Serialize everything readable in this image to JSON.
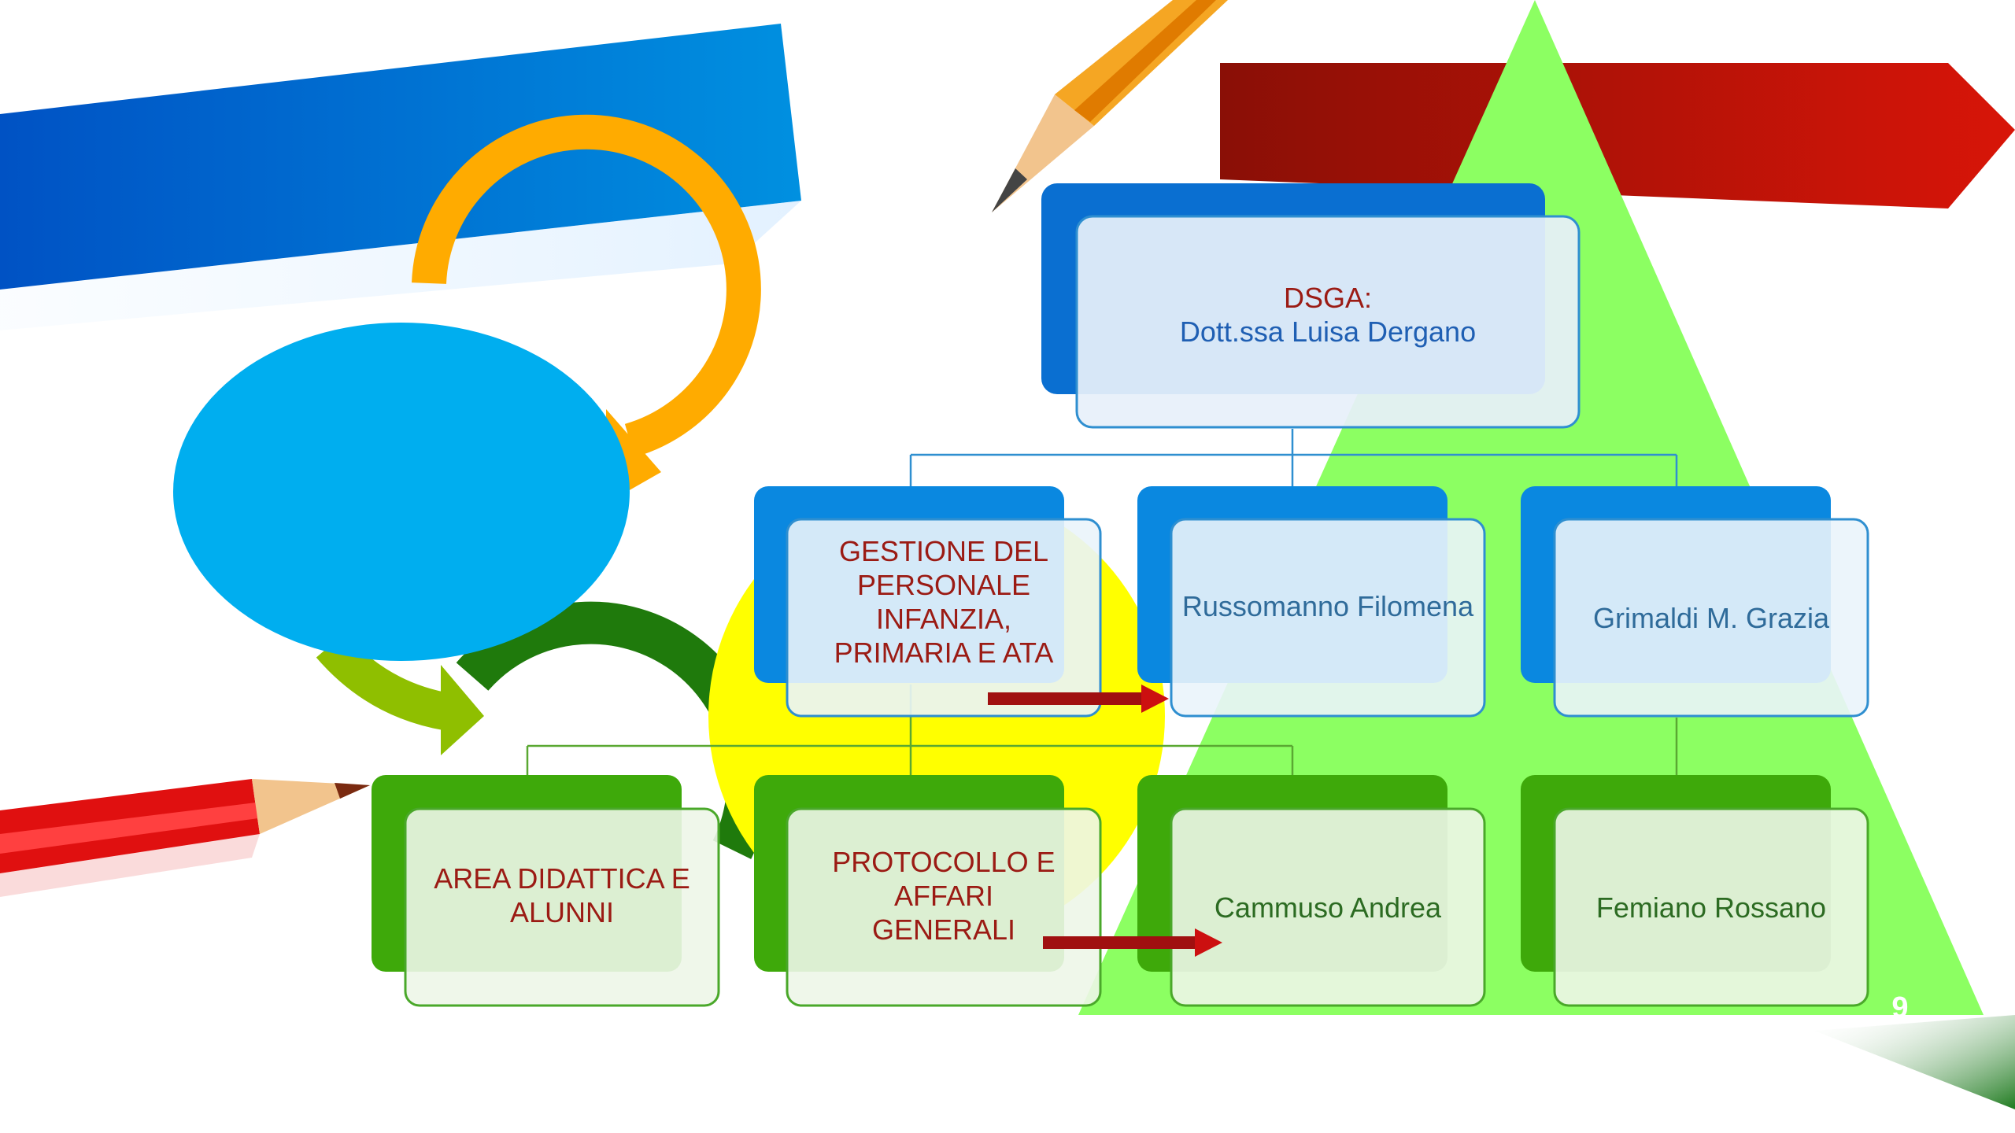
{
  "org_chart": {
    "dsga": {
      "title": "DSGA:",
      "name": "Dott.ssa Luisa Dergano"
    },
    "level2": [
      {
        "label": "GESTIONE DEL\nPERSONALE INFANZIA,\nPRIMARIA E ATA"
      },
      {
        "label": "Russomanno Filomena"
      },
      {
        "label": "Grimaldi M. Grazia"
      }
    ],
    "level3": [
      {
        "label": "AREA DIDATTICA E\nALUNNI"
      },
      {
        "label": "PROTOCOLLO E AFFARI\nGENERALI"
      },
      {
        "label": "Cammuso Andrea"
      },
      {
        "label": "Femiano Rossano"
      }
    ]
  },
  "slide_number": "9",
  "colors": {
    "blue_box": "#0a6fd1",
    "green_box": "#3ea90a",
    "triangle": "#8cff62",
    "red_banner": "#b80f0a",
    "ellipse": "#00aeef",
    "dark_red_text": "#9b1b14"
  }
}
